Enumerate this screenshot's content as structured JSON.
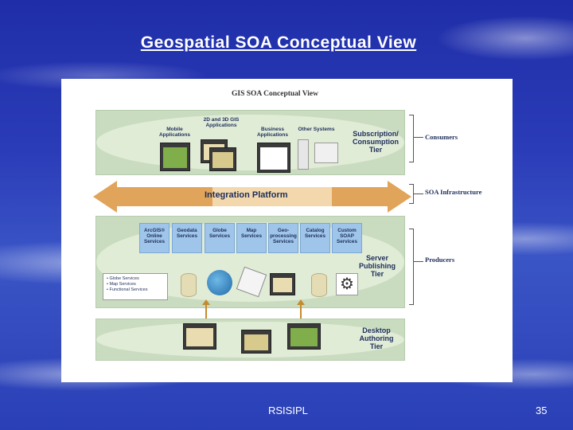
{
  "slide": {
    "title": "Geospatial SOA Conceptual View",
    "footer_left": "RSISIPL",
    "page_number": "35"
  },
  "figure": {
    "title": "GIS SOA Conceptual View",
    "consumer_apps": [
      {
        "label": "Mobile\nApplications"
      },
      {
        "label": "2D and 3D GIS\nApplications"
      },
      {
        "label": "Business\nApplications"
      },
      {
        "label": "Other Systems"
      }
    ],
    "subscription_tier": "Subscription/\nConsumption\nTier",
    "integration_platform": "Integration Platform",
    "services": [
      {
        "label": "ArcGIS®\nOnline\nServices"
      },
      {
        "label": "Geodata\nServices"
      },
      {
        "label": "Globe\nServices"
      },
      {
        "label": "Map\nServices"
      },
      {
        "label": "Geo-\nprocessing\nServices"
      },
      {
        "label": "Catalog\nServices"
      },
      {
        "label": "Custom\nSOAP\nServices"
      }
    ],
    "server_tier": "Server\nPublishing\nTier",
    "server_list": [
      "• Globe Services",
      "• Map Services",
      "• Functional Services"
    ],
    "desktop_tier": "Desktop\nAuthoring\nTier",
    "side_labels": {
      "consumers": "Consumers",
      "soa_infrastructure": "SOA Infrastructure",
      "producers": "Producers"
    }
  },
  "colors": {
    "band": "#c9dcc0",
    "service_box": "#9fc6ea",
    "arrow": "#e0a45a"
  }
}
